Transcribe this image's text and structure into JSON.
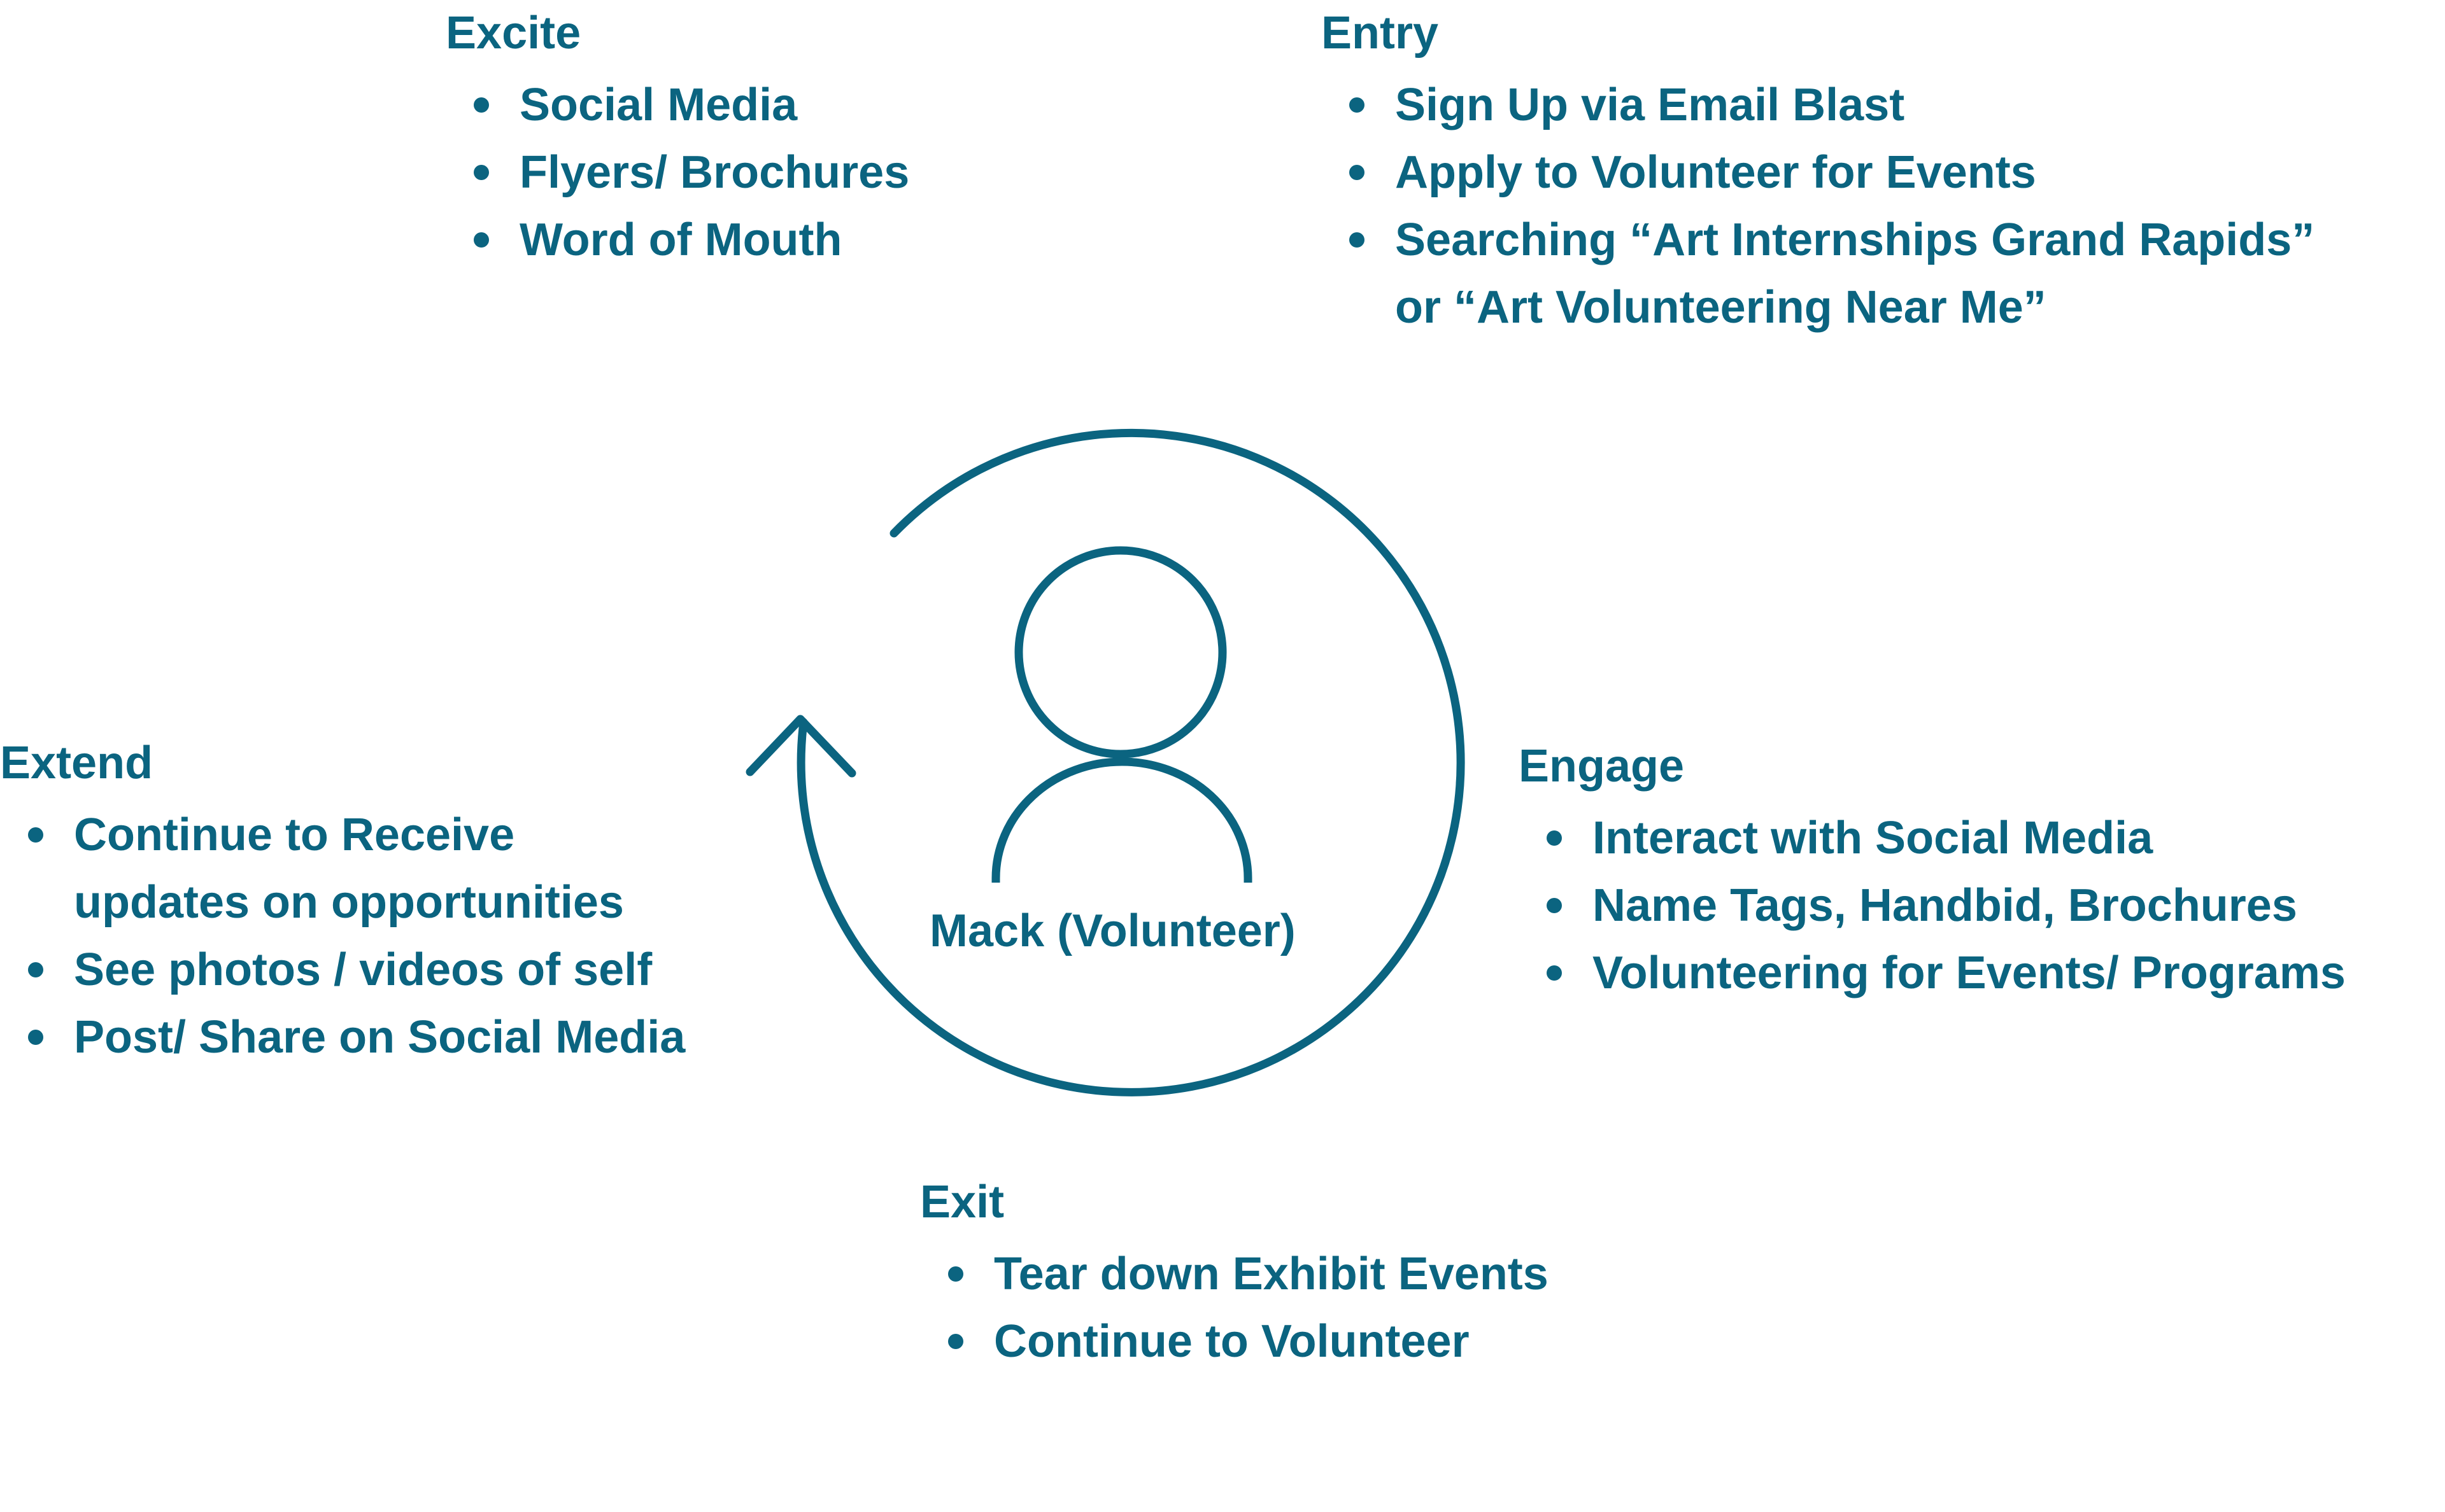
{
  "colors": {
    "primary": "#0b6480",
    "background": "#ffffff"
  },
  "persona": {
    "icon": "person-icon",
    "name": "Mack (Volunteer)"
  },
  "cycle": {
    "icon": "cycle-arrow-icon"
  },
  "sections": {
    "excite": {
      "title": "Excite",
      "items": [
        "Social Media",
        "Flyers/ Brochures",
        "Word of Mouth"
      ]
    },
    "entry": {
      "title": "Entry",
      "items": [
        "Sign Up via Email Blast",
        "Apply to Volunteer for Events",
        "Searching “Art Internships Grand Rapids”\nor “Art Volunteering Near Me”"
      ]
    },
    "extend": {
      "title": "Extend",
      "items": [
        "Continue to Receive\nupdates on opportunities",
        "See photos / videos of self",
        "Post/ Share on Social Media"
      ]
    },
    "engage": {
      "title": "Engage",
      "items": [
        "Interact with Social Media",
        "Name Tags, Handbid, Brochures",
        "Volunteering for Events/ Programs"
      ]
    },
    "exit": {
      "title": "Exit",
      "items": [
        "Tear down Exhibit Events",
        "Continue to Volunteer"
      ]
    }
  }
}
